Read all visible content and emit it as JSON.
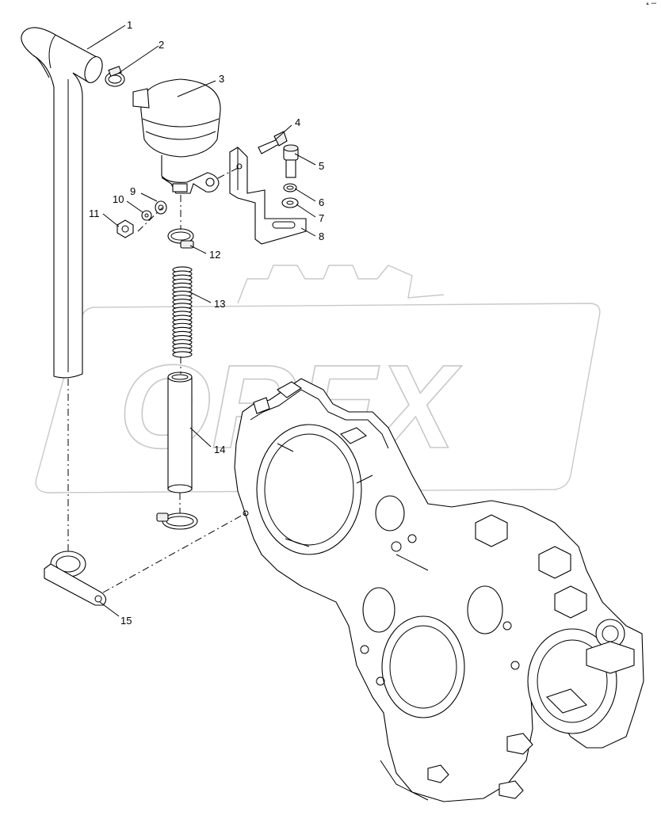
{
  "corner_mark": "▲ ▪▪▪",
  "watermark": {
    "text": "OREX",
    "color": "#c8c8c8"
  },
  "callouts": [
    {
      "id": "1",
      "label": "1"
    },
    {
      "id": "2",
      "label": "2"
    },
    {
      "id": "3",
      "label": "3"
    },
    {
      "id": "4",
      "label": "4"
    },
    {
      "id": "5",
      "label": "5"
    },
    {
      "id": "6",
      "label": "6"
    },
    {
      "id": "7",
      "label": "7"
    },
    {
      "id": "8",
      "label": "8"
    },
    {
      "id": "9",
      "label": "9"
    },
    {
      "id": "10",
      "label": "10"
    },
    {
      "id": "11",
      "label": "11"
    },
    {
      "id": "12",
      "label": "12"
    },
    {
      "id": "13",
      "label": "13"
    },
    {
      "id": "14",
      "label": "14"
    },
    {
      "id": "15",
      "label": "15"
    }
  ]
}
